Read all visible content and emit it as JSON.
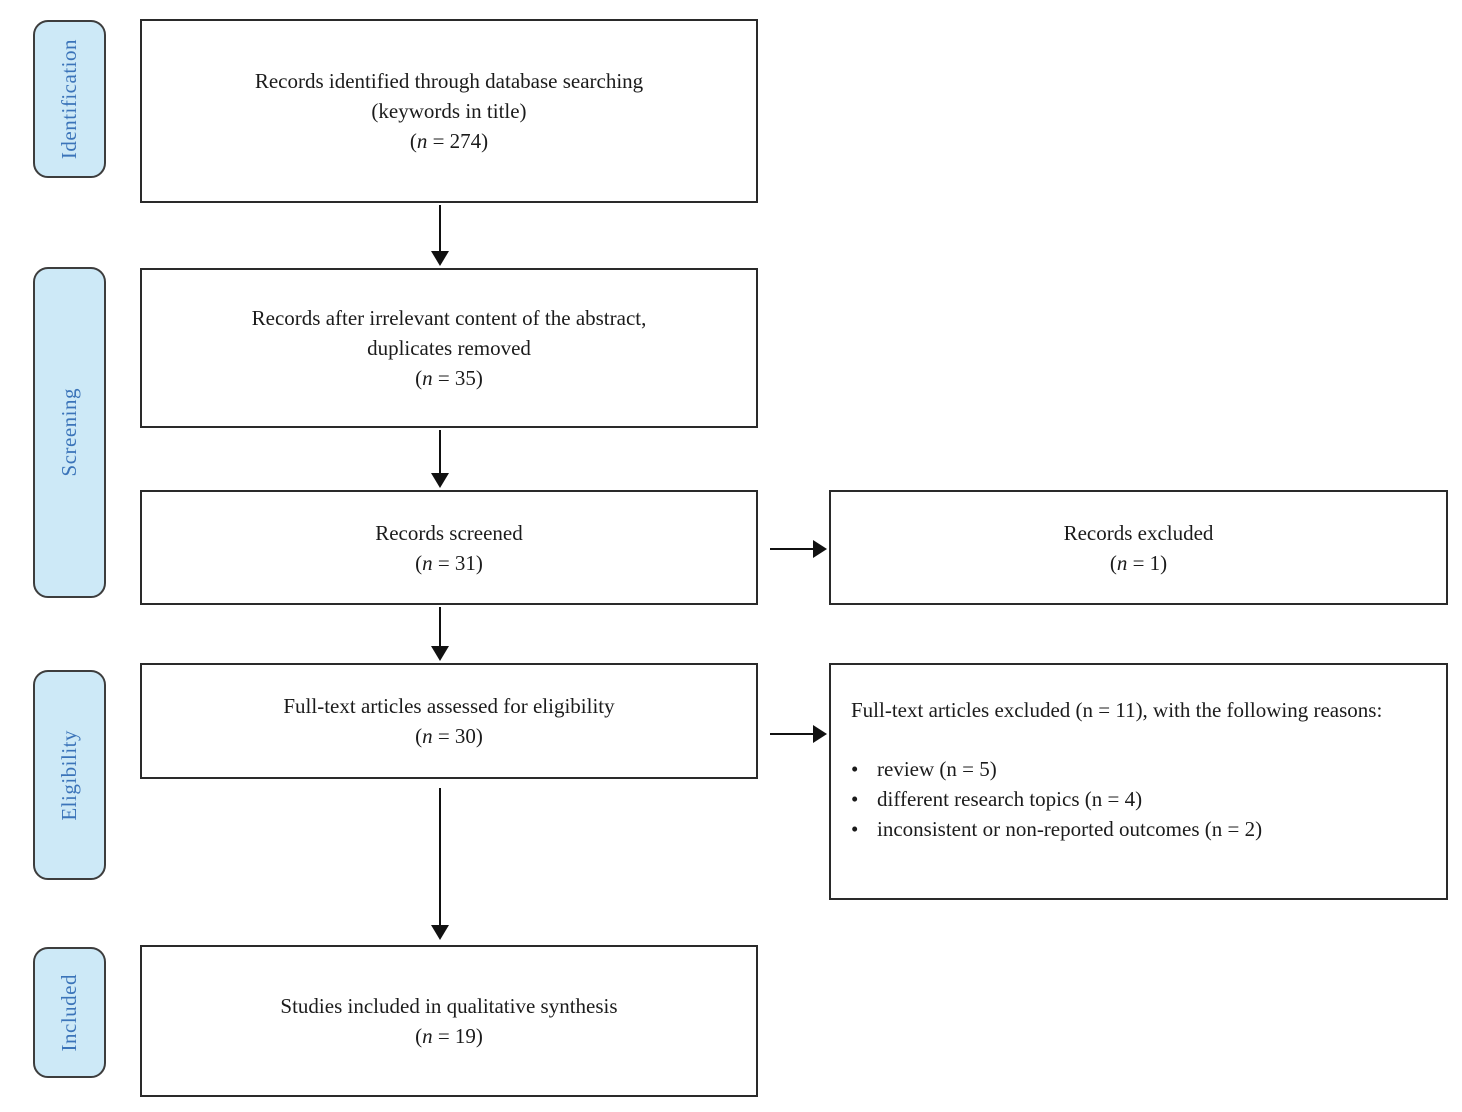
{
  "diagram": {
    "type": "prisma-flow",
    "colors": {
      "stage_fill": "#cde9f7",
      "stage_border": "#3d3d3d",
      "stage_text": "#3b74b9",
      "box_border": "#2a2a2a",
      "box_text": "#1b1b1b",
      "arrow": "#111111"
    },
    "stages": [
      {
        "label": "Identification"
      },
      {
        "label": "Screening"
      },
      {
        "label": "Eligibility"
      },
      {
        "label": "Included"
      }
    ],
    "main_boxes": [
      {
        "lines": [
          "Records identified through database searching",
          "(keywords in title)"
        ],
        "n_open": "(",
        "n_char": "n",
        "n_rest": " = 274)"
      },
      {
        "lines": [
          "Records after irrelevant content of the abstract,",
          "duplicates removed"
        ],
        "n_open": "(",
        "n_char": "n",
        "n_rest": " = 35)"
      },
      {
        "lines": [
          "Records screened"
        ],
        "n_open": "(",
        "n_char": "n",
        "n_rest": " = 31)"
      },
      {
        "lines": [
          "Full-text articles assessed for eligibility"
        ],
        "n_open": "(",
        "n_char": "n",
        "n_rest": " = 30)"
      },
      {
        "lines": [
          "Studies included in qualitative synthesis"
        ],
        "n_open": "(",
        "n_char": "n",
        "n_rest": " = 19)"
      }
    ],
    "side_boxes": [
      {
        "lines": [
          "Records excluded"
        ],
        "n_open": "(",
        "n_char": "n",
        "n_rest": " = 1)"
      },
      {
        "intro": "Full-text articles excluded (n = 11), with the following reasons:",
        "bullet_char": "•",
        "bullets": [
          "review (n = 5)",
          "different research topics (n = 4)",
          "inconsistent or non-reported outcomes (n = 2)"
        ]
      }
    ]
  }
}
